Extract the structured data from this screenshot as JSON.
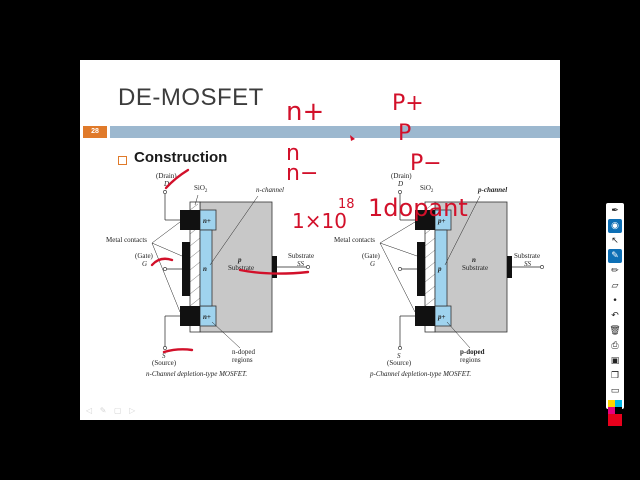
{
  "slide": {
    "title": "DE-MOSFET",
    "page_number": "28",
    "bullet": "Construction"
  },
  "diagram_n": {
    "drain": "(Drain)",
    "d": "D",
    "sio2": "SiO",
    "sio2_sub": "2",
    "n_channel": "n-channel",
    "metal_contacts": "Metal contacts",
    "gate": "(Gate)",
    "g": "G",
    "n_top": "n+",
    "n_bottom": "n+",
    "n_chan": "n",
    "sub_p": "p",
    "substrate_word": "Substrate",
    "substrate_label": "Substrate",
    "ss": "SS",
    "s": "S",
    "source": "(Source)",
    "n_doped": "n-doped",
    "regions": "regions",
    "caption": "n-Channel depletion-type MOSFET."
  },
  "diagram_p": {
    "drain": "(Drain)",
    "d": "D",
    "sio2": "SiO",
    "sio2_sub": "2",
    "p_channel": "p-channel",
    "metal_contacts": "Metal contacts",
    "gate": "(Gate)",
    "g": "G",
    "p_top": "p+",
    "p_bottom": "p+",
    "p_chan": "p",
    "sub_n": "n",
    "substrate_word": "Substrate",
    "substrate_label": "Substrate",
    "ss": "SS",
    "s": "S",
    "source": "(Source)",
    "p_doped": "p-doped",
    "regions": "regions",
    "caption": "p-Channel depletion-type MOSFET."
  },
  "annotations": {
    "n_plus": "n+",
    "n": "n",
    "n_minus": "n−",
    "p_plus": "P+",
    "p": "P",
    "p_minus": "P−",
    "conc": "1×10",
    "exp": "18",
    "word": "1dopant"
  },
  "toolbar": {
    "tools": [
      "pen-tool",
      "eye",
      "pointer",
      "highlighter",
      "pencil",
      "eraser",
      "dot",
      "undo",
      "trash",
      "print",
      "save",
      "copy",
      "monitor"
    ],
    "colors": [
      "#ffd400",
      "#00b7e8",
      "#e6007e",
      "#e8001c",
      "#000000"
    ]
  },
  "nav": [
    "◁",
    "✎",
    "▢",
    "▷"
  ]
}
